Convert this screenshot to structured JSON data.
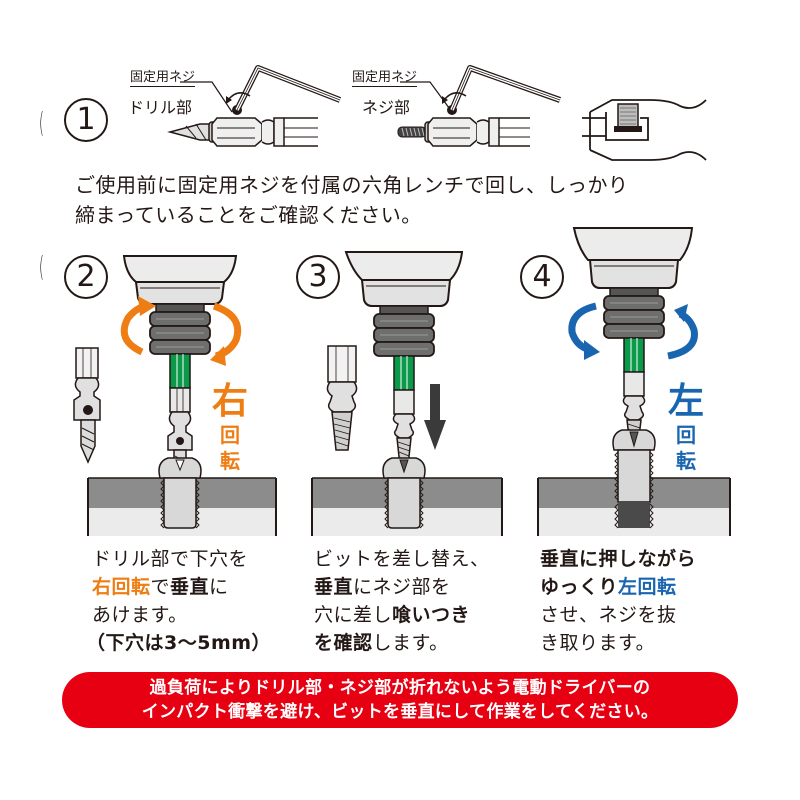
{
  "step1": {
    "number": "1",
    "labels": {
      "fixing_screw_a": "固定用ネジ",
      "drill_part": "ドリル部",
      "fixing_screw_b": "固定用ネジ",
      "screw_part": "ネジ部"
    },
    "instruction_line1": "ご使用前に固定用ネジを付属の六角レンチで回し、しっかり",
    "instruction_line2": "締まっていることをご確認ください。"
  },
  "step2": {
    "number": "2",
    "rotation_big": "右",
    "rotation_small1": "回",
    "rotation_small2": "転",
    "desc": {
      "line1": "ドリル部で下穴を",
      "line2_a": "右回転",
      "line2_b": "で",
      "line2_c": "垂直",
      "line2_d": "に",
      "line3": "あけます。",
      "line4": "（下穴は3〜5mm）"
    }
  },
  "step3": {
    "number": "3",
    "desc": {
      "line1": "ビットを差し替え、",
      "line2_a": "垂直",
      "line2_b": "にネジ部を",
      "line3_a": "穴に差し",
      "line3_b": "喰いつき",
      "line4_a": "を確認",
      "line4_b": "します。"
    }
  },
  "step4": {
    "number": "4",
    "rotation_big": "左",
    "rotation_small1": "回",
    "rotation_small2": "転",
    "desc": {
      "line1": "垂直に押しながら",
      "line2_a": "ゆっくり",
      "line2_b": "左回転",
      "line3": "させ、ネジを抜",
      "line4": "き取ります。"
    }
  },
  "warning": {
    "line1": "過負荷によりドリル部・ネジ部が折れないよう電動ドライバーの",
    "line2": "インパクト衝撃を避け、ビットを垂直にして作業をしてください。"
  },
  "colors": {
    "orange": "#ee7d14",
    "blue": "#1a65b0",
    "green": "#0a9a4a",
    "warning_red": "#e60012",
    "material_dark": "#8c8c8c",
    "material_light": "#ebebeb",
    "chuck_gray": "#6e6e6e"
  }
}
